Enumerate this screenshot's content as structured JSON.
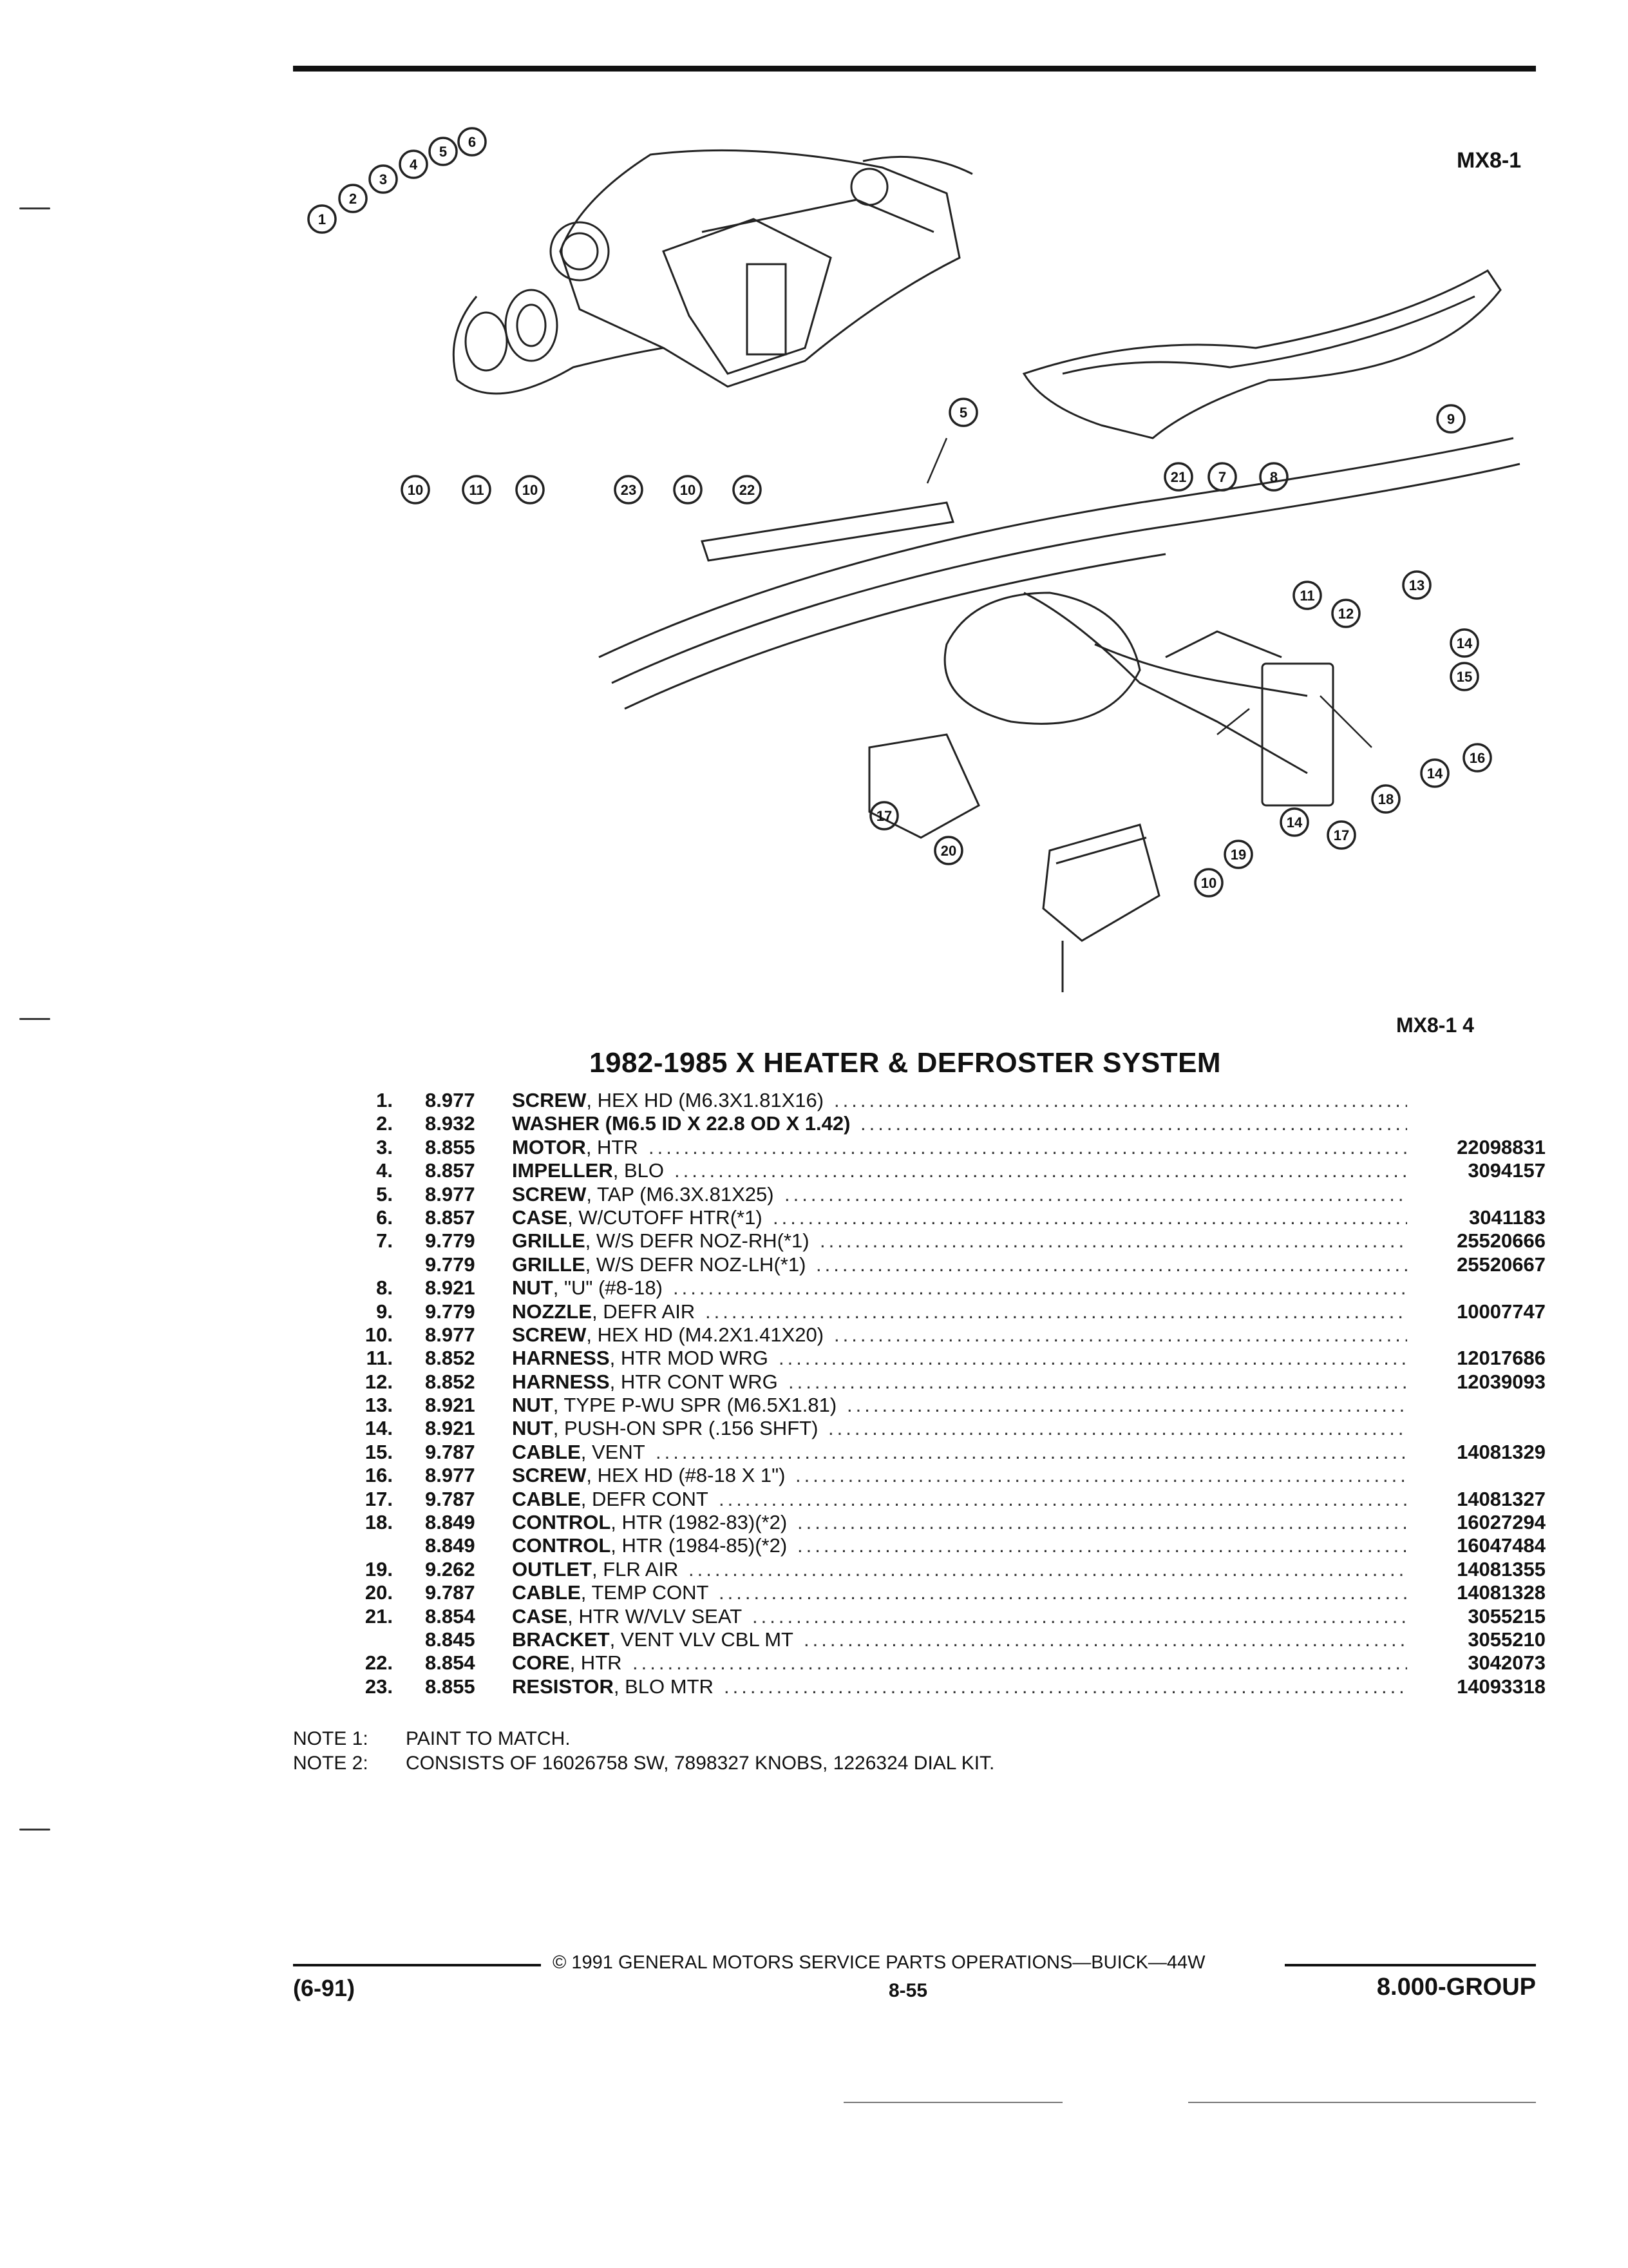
{
  "figure": {
    "id_top": "MX8-1",
    "id_bottom": "MX8-1  4"
  },
  "callouts": [
    "1",
    "2",
    "3",
    "4",
    "5",
    "6",
    "5",
    "10",
    "11",
    "10",
    "23",
    "10",
    "22",
    "21",
    "7",
    "8",
    "9",
    "11",
    "12",
    "13",
    "14",
    "15",
    "16",
    "14",
    "17",
    "18",
    "14",
    "17",
    "20",
    "19",
    "10"
  ],
  "title": "1982-1985 X HEATER & DEFROSTER SYSTEM",
  "parts": [
    {
      "num": "1.",
      "grp": "8.977",
      "name": "SCREW",
      "desc": ", HEX HD (M6.3X1.81X16)",
      "pn": ""
    },
    {
      "num": "2.",
      "grp": "8.932",
      "name": "WASHER (M6.5 ID X 22.8 OD X 1.42)",
      "desc": "",
      "pn": ""
    },
    {
      "num": "3.",
      "grp": "8.855",
      "name": "MOTOR",
      "desc": ", HTR",
      "pn": "22098831"
    },
    {
      "num": "4.",
      "grp": "8.857",
      "name": "IMPELLER",
      "desc": ", BLO",
      "pn": "3094157"
    },
    {
      "num": "5.",
      "grp": "8.977",
      "name": "SCREW",
      "desc": ", TAP (M6.3X.81X25)",
      "pn": ""
    },
    {
      "num": "6.",
      "grp": "8.857",
      "name": "CASE",
      "desc": ", W/CUTOFF HTR(*1)",
      "pn": "3041183"
    },
    {
      "num": "7.",
      "grp": "9.779",
      "name": "GRILLE",
      "desc": ", W/S DEFR NOZ-RH(*1)",
      "pn": "25520666"
    },
    {
      "num": "",
      "grp": "9.779",
      "name": "GRILLE",
      "desc": ", W/S DEFR NOZ-LH(*1)",
      "pn": "25520667"
    },
    {
      "num": "8.",
      "grp": "8.921",
      "name": "NUT",
      "desc": ", \"U\" (#8-18)",
      "pn": ""
    },
    {
      "num": "9.",
      "grp": "9.779",
      "name": "NOZZLE",
      "desc": ", DEFR AIR",
      "pn": "10007747"
    },
    {
      "num": "10.",
      "grp": "8.977",
      "name": "SCREW",
      "desc": ", HEX HD (M4.2X1.41X20)",
      "pn": ""
    },
    {
      "num": "11.",
      "grp": "8.852",
      "name": "HARNESS",
      "desc": ", HTR MOD WRG",
      "pn": "12017686"
    },
    {
      "num": "12.",
      "grp": "8.852",
      "name": "HARNESS",
      "desc": ", HTR CONT WRG",
      "pn": "12039093"
    },
    {
      "num": "13.",
      "grp": "8.921",
      "name": "NUT",
      "desc": ", TYPE P-WU SPR (M6.5X1.81)",
      "pn": ""
    },
    {
      "num": "14.",
      "grp": "8.921",
      "name": "NUT",
      "desc": ", PUSH-ON SPR (.156 SHFT)",
      "pn": ""
    },
    {
      "num": "15.",
      "grp": "9.787",
      "name": "CABLE",
      "desc": ", VENT",
      "pn": "14081329"
    },
    {
      "num": "16.",
      "grp": "8.977",
      "name": "SCREW",
      "desc": ", HEX HD (#8-18 X 1\")",
      "pn": ""
    },
    {
      "num": "17.",
      "grp": "9.787",
      "name": "CABLE",
      "desc": ", DEFR CONT",
      "pn": "14081327"
    },
    {
      "num": "18.",
      "grp": "8.849",
      "name": "CONTROL",
      "desc": ", HTR (1982-83)(*2)",
      "pn": "16027294"
    },
    {
      "num": "",
      "grp": "8.849",
      "name": "CONTROL",
      "desc": ", HTR (1984-85)(*2)",
      "pn": "16047484"
    },
    {
      "num": "19.",
      "grp": "9.262",
      "name": "OUTLET",
      "desc": ", FLR AIR",
      "pn": "14081355"
    },
    {
      "num": "20.",
      "grp": "9.787",
      "name": "CABLE",
      "desc": ", TEMP CONT",
      "pn": "14081328"
    },
    {
      "num": "21.",
      "grp": "8.854",
      "name": "CASE",
      "desc": ", HTR W/VLV SEAT",
      "pn": "3055215"
    },
    {
      "num": "",
      "grp": "8.845",
      "name": "BRACKET",
      "desc": ", VENT VLV CBL MT",
      "pn": "3055210"
    },
    {
      "num": "22.",
      "grp": "8.854",
      "name": "CORE",
      "desc": ", HTR",
      "pn": "3042073"
    },
    {
      "num": "23.",
      "grp": "8.855",
      "name": "RESISTOR",
      "desc": ", BLO MTR",
      "pn": "14093318"
    }
  ],
  "notes": [
    {
      "label": "NOTE  1:",
      "text": "PAINT TO MATCH."
    },
    {
      "label": "NOTE  2:",
      "text": "CONSISTS OF 16026758 SW, 7898327 KNOBS, 1226324 DIAL KIT."
    }
  ],
  "footer": {
    "copyright": "©  1991  GENERAL MOTORS SERVICE PARTS OPERATIONS—BUICK—44W",
    "date": "(6-91)",
    "page": "8-55",
    "group": "8.000-GROUP"
  }
}
